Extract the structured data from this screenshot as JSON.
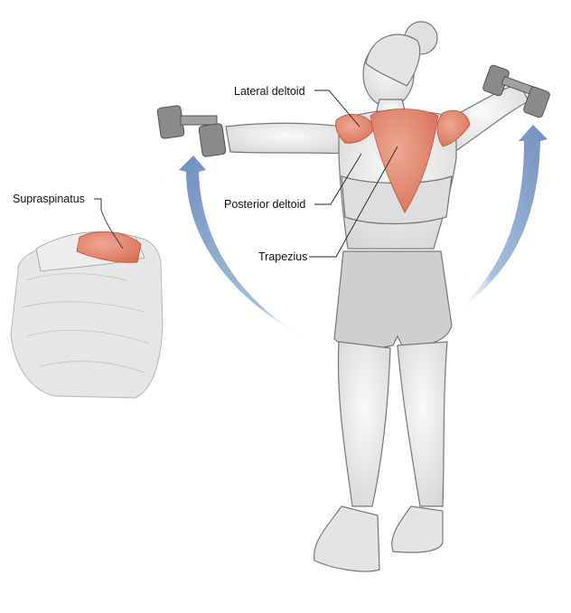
{
  "labels": {
    "lateral_deltoid": "Lateral deltoid",
    "posterior_deltoid": "Posterior deltoid",
    "trapezius": "Trapezius",
    "supraspinatus": "Supraspinatus"
  },
  "colors": {
    "muscle": "#e8917a",
    "muscle_dark": "#d9735a",
    "skin": "#f2f2f2",
    "outline": "#7a7a7a",
    "clothing": "#dcdcdc",
    "arrow": "#7f9bc4",
    "dumbbell": "#8a8a8a"
  },
  "icons": [
    "dumbbell-icon",
    "movement-arrow-icon"
  ]
}
